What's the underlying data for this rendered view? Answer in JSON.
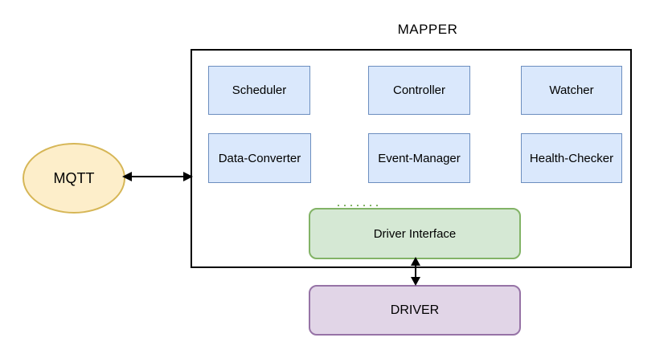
{
  "diagram": {
    "title": "MAPPER",
    "mqtt": {
      "label": "MQTT"
    },
    "components": [
      {
        "label": "Scheduler"
      },
      {
        "label": "Controller"
      },
      {
        "label": "Watcher"
      },
      {
        "label": "Data-Converter"
      },
      {
        "label": "Event-Manager"
      },
      {
        "label": "Health-Checker"
      }
    ],
    "driver_interface": {
      "label": "Driver Interface"
    },
    "driver": {
      "label": "DRIVER"
    },
    "connections": [
      {
        "from": "MQTT",
        "to": "MAPPER",
        "type": "double-arrow"
      },
      {
        "from": "Driver Interface",
        "to": "DRIVER",
        "type": "double-arrow"
      }
    ],
    "colors": {
      "component_fill": "#dae8fc",
      "component_stroke": "#6c8ebf",
      "driver_interface_fill": "#d5e8d4",
      "driver_interface_stroke": "#82b366",
      "driver_fill": "#e1d5e7",
      "driver_stroke": "#9673a6",
      "mqtt_fill": "#fdeeca",
      "mqtt_stroke": "#d6b656",
      "container_stroke": "#000000",
      "arrow": "#000000"
    }
  }
}
